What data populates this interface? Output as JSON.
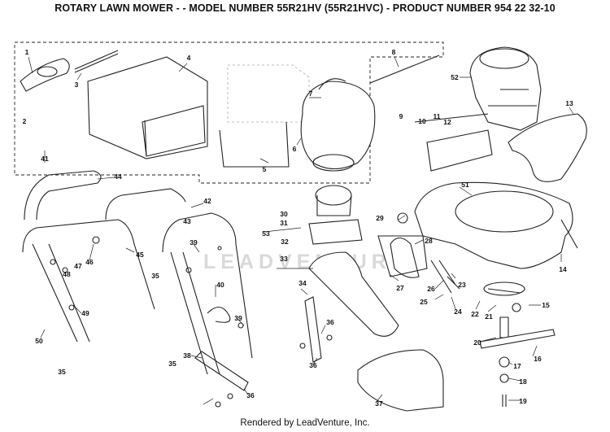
{
  "title": "ROTARY LAWN MOWER - - MODEL NUMBER 55R21HV (55R21HVC) - PRODUCT NUMBER 954 22 32-10",
  "footer": "Rendered by LeadVenture, Inc.",
  "watermark": "LEADVENTURE",
  "callouts": [
    "1",
    "2",
    "3",
    "4",
    "41",
    "5",
    "6",
    "7",
    "8",
    "52",
    "13",
    "9",
    "10",
    "11",
    "12",
    "44",
    "42",
    "43",
    "51",
    "30",
    "31",
    "53",
    "32",
    "33",
    "29",
    "28",
    "14",
    "45",
    "46",
    "47",
    "48",
    "39",
    "35",
    "40",
    "34",
    "27",
    "26",
    "23",
    "25",
    "24",
    "22",
    "21",
    "15",
    "49",
    "50",
    "35",
    "39",
    "36",
    "38",
    "35",
    "36",
    "36",
    "20",
    "16",
    "17",
    "18",
    "37",
    "19"
  ]
}
